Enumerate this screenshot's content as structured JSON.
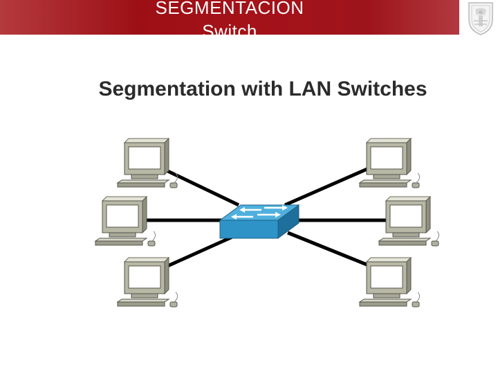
{
  "header": {
    "title_line1": "SEGMENTACION",
    "title_line2": "Switch"
  },
  "slide": {
    "title": "Segmentation with LAN Switches"
  },
  "diagram": {
    "nodes": [
      {
        "id": "pc-top-left",
        "type": "computer"
      },
      {
        "id": "pc-middle-left",
        "type": "computer"
      },
      {
        "id": "pc-bottom-left",
        "type": "computer"
      },
      {
        "id": "pc-top-right",
        "type": "computer"
      },
      {
        "id": "pc-middle-right",
        "type": "computer"
      },
      {
        "id": "pc-bottom-right",
        "type": "computer"
      },
      {
        "id": "lan-switch",
        "type": "switch"
      }
    ],
    "links": [
      [
        "pc-top-left",
        "lan-switch"
      ],
      [
        "pc-middle-left",
        "lan-switch"
      ],
      [
        "pc-bottom-left",
        "lan-switch"
      ],
      [
        "pc-top-right",
        "lan-switch"
      ],
      [
        "pc-middle-right",
        "lan-switch"
      ],
      [
        "pc-bottom-right",
        "lan-switch"
      ]
    ]
  },
  "colors": {
    "header_red": "#a51219",
    "switch_blue": "#2e93c6",
    "link_black": "#000000",
    "computer_gray": "#b8b8a6"
  },
  "icons": [
    "university-crest-icon",
    "computer-icon",
    "switch-icon"
  ]
}
